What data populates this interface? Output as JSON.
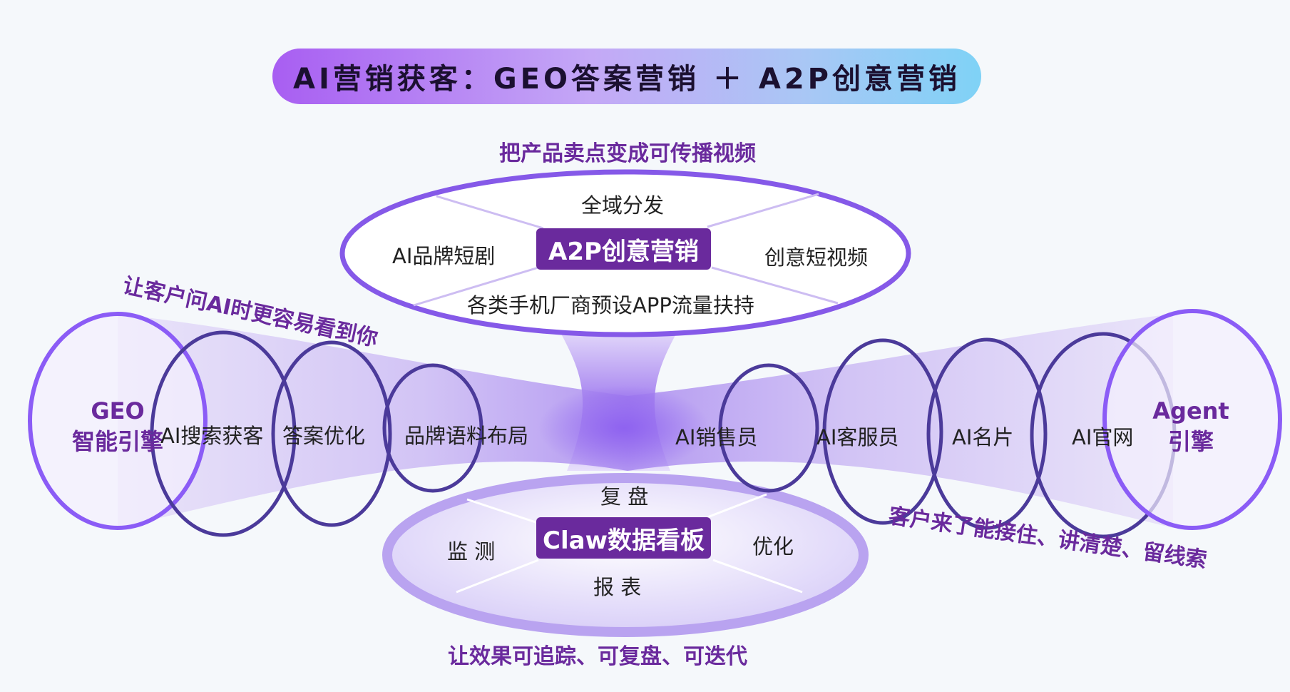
{
  "title": "AI营销获客：GEO答案营销 ＋ A2P创意营销",
  "top": {
    "caption": "把产品卖点变成可传播视频",
    "center": "A2P创意营销",
    "items": [
      "全域分发",
      "AI品牌短剧",
      "创意短视频",
      "各类手机厂商预设APP流量扶持"
    ]
  },
  "bottom": {
    "caption": "让效果可追踪、可复盘、可迭代",
    "center": "Claw数据看板",
    "items": [
      "复 盘",
      "监 测",
      "优化",
      "报 表"
    ]
  },
  "left": {
    "engine": [
      "GEO",
      "智能引擎"
    ],
    "caption": "让客户问AI时更容易看到你",
    "rings": [
      "AI搜索获客",
      "答案优化",
      "品牌语料布局"
    ]
  },
  "right": {
    "engine": [
      "Agent",
      "引擎"
    ],
    "caption": "客户来了能接住、讲清楚、留线索",
    "rings": [
      "AI销售员",
      "AI客服员",
      "AI名片",
      "AI官网"
    ]
  },
  "colors": {
    "brand": "#6a2a9d",
    "ring": "#4b3a9a",
    "accent": "#8b5cf6"
  }
}
